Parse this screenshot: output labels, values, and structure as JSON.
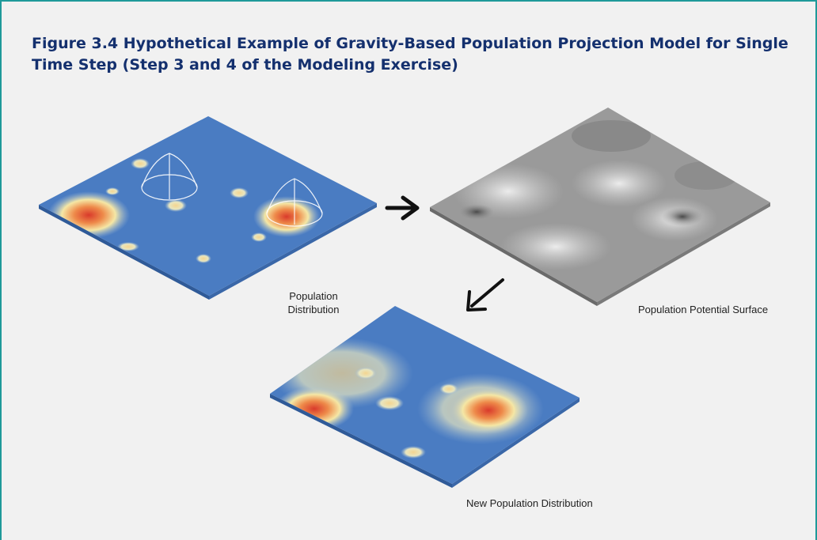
{
  "figure": {
    "title": "Figure 3.4   Hypothetical Example of Gravity-Based Population Projection Model for Single Time Step (Step 3 and 4 of the Modeling Exercise)"
  },
  "panels": {
    "population_distribution": {
      "caption_line1": "Population",
      "caption_line2": "Distribution"
    },
    "population_potential_surface": {
      "caption": "Population Potential Surface"
    },
    "new_population_distribution": {
      "caption": "New Population Distribution"
    }
  },
  "colors": {
    "border": "#1f9a9a",
    "title": "#14306e",
    "background": "#f1f1f1",
    "map_blue": "#4a7cc2",
    "hot_red": "#e0452e",
    "warm_yellow": "#f2e6a0",
    "surface_gray": "#9a9a9a"
  }
}
